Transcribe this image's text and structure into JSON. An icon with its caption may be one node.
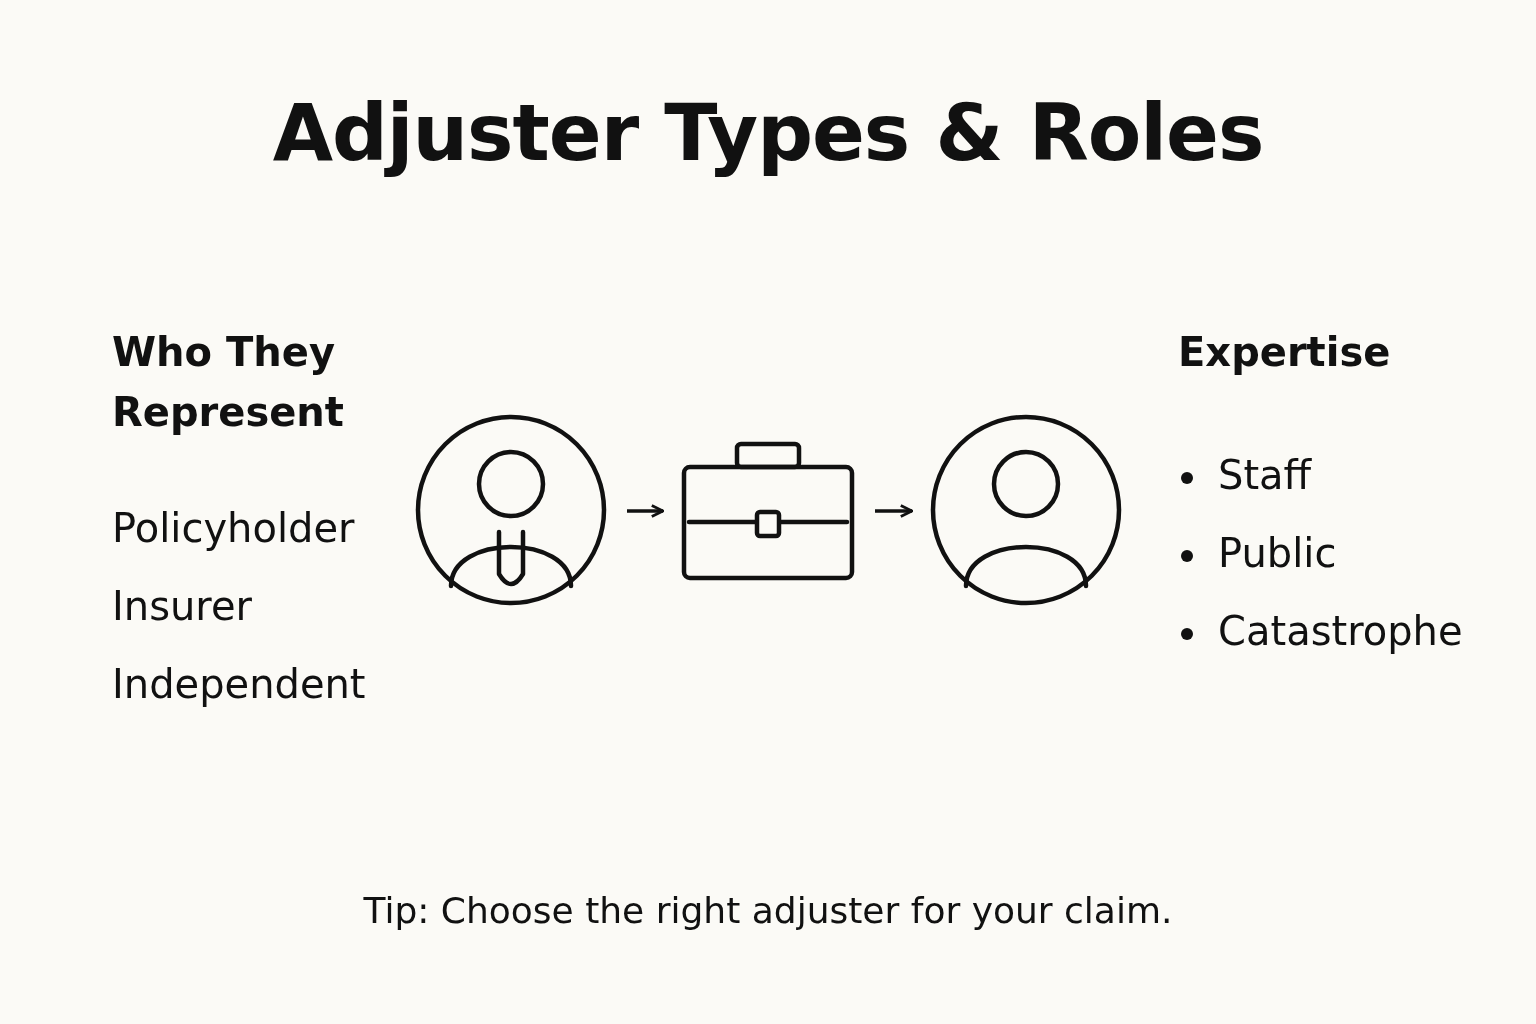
{
  "diagram": {
    "title": "Adjuster Types & Roles",
    "caption": "Tip: Choose the right adjuster for your claim.",
    "nodes": [
      {
        "text": [],
        "shape": "person"
      },
      {
        "text": [],
        "shape": "briefcase"
      },
      {
        "text": [],
        "shape": "person"
      }
    ],
    "edges": [
      {
        "from": 0,
        "to": 1,
        "arrow": "to"
      },
      {
        "from": 1,
        "to": 2,
        "arrow": "to"
      }
    ],
    "labels": [
      "Who They Represent",
      "Policyholder",
      "Insurer",
      "Independent",
      "Expertise",
      "Staff",
      "Public",
      "Catastrophe"
    ]
  }
}
